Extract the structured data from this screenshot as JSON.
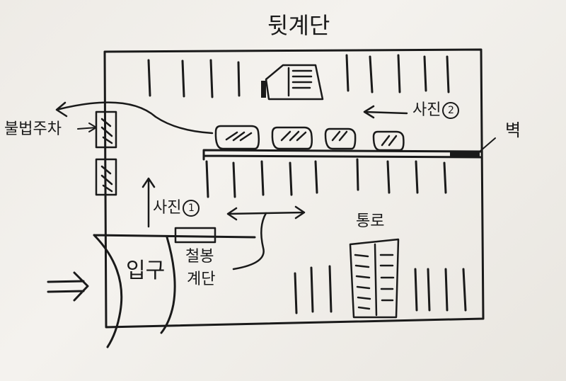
{
  "labels": {
    "top_stairs": "뒷계단",
    "photo2_text": "사진",
    "photo2_num": "2",
    "wall": "벽",
    "illegal_parking": "불법주차",
    "photo1_text": "사진",
    "photo1_num": "1",
    "toilet": "통로",
    "entrance": "입구",
    "exit_stairs_line1": "철봉",
    "exit_stairs_line2": "계단"
  },
  "colors": {
    "ink": "#1a1a1a",
    "paper": "#f1efea"
  }
}
